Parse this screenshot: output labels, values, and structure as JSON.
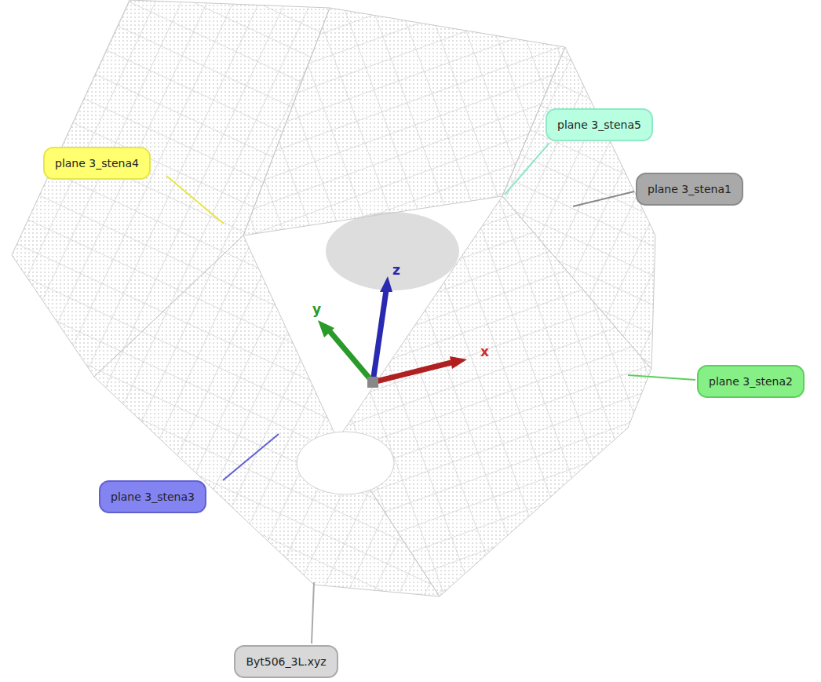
{
  "diagram": {
    "nodes": [
      {
        "text": [
          "plane 3_stena5"
        ]
      },
      {
        "text": [
          "plane 3_stena4"
        ]
      },
      {
        "text": [
          "plane 3_stena1"
        ]
      },
      {
        "text": [
          "plane 3_stena2"
        ]
      },
      {
        "text": [
          "plane 3_stena3"
        ]
      },
      {
        "text": [
          "Byt506_3L.xyz"
        ]
      }
    ],
    "labels": [
      "z",
      "y",
      "x"
    ]
  }
}
